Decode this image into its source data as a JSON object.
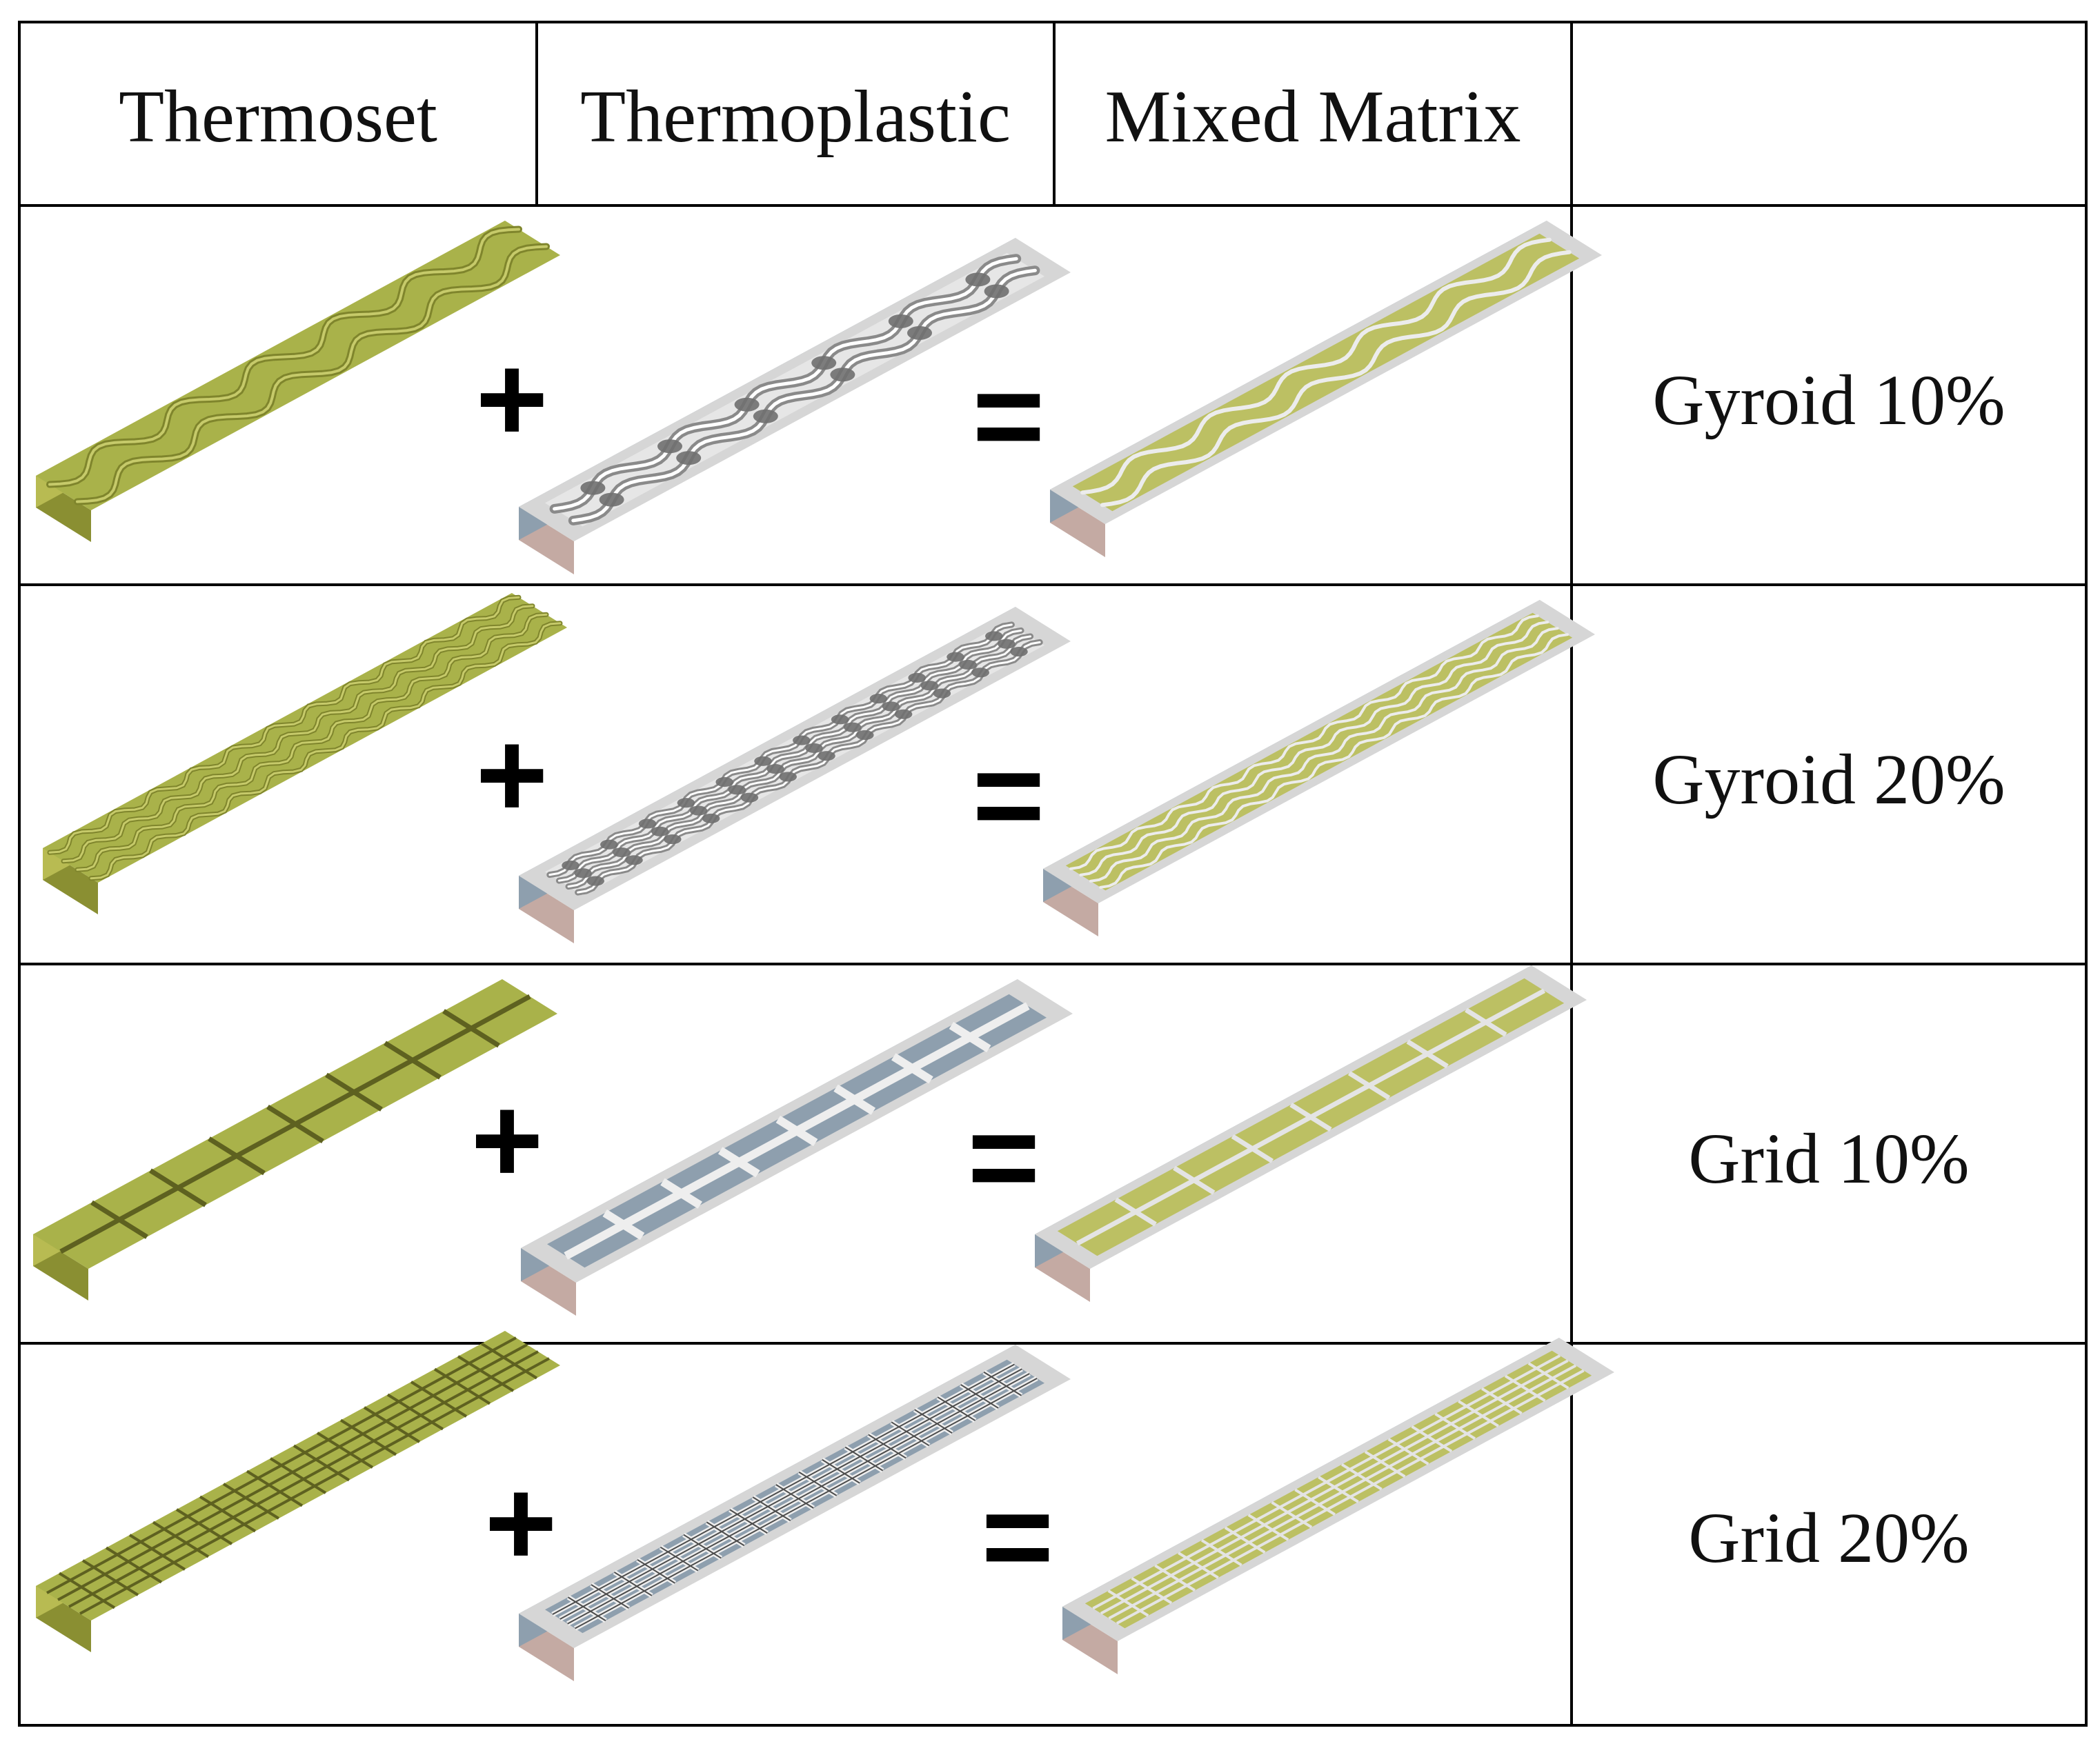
{
  "header": {
    "thermoset": "Thermoset",
    "thermoplastic": "Thermoplastic",
    "mixed_matrix": "Mixed Matrix",
    "label_column": ""
  },
  "operators": {
    "plus": "+",
    "equals": "="
  },
  "rows": [
    {
      "label": "Gyroid 10%",
      "pattern": "gyroid",
      "density": 1
    },
    {
      "label": "Gyroid 20%",
      "pattern": "gyroid",
      "density": 2
    },
    {
      "label": "Grid 10%",
      "pattern": "grid",
      "density": 1
    },
    {
      "label": "Grid 20%",
      "pattern": "grid",
      "density": 2
    }
  ],
  "colors": {
    "thermoset_top": "#a9b24a",
    "thermoset_side_left": "#8a8f32",
    "thermoset_side_right": "#b8bb52",
    "thermoplastic_frame": "#d6d6d6",
    "thermoplastic_side_left": "#c4aaa3",
    "thermoplastic_side_right": "#8e9fae",
    "thermoplastic_floor": "#b9b9b9",
    "mixed_fill": "#bcc063",
    "grid_line": "#000000"
  }
}
